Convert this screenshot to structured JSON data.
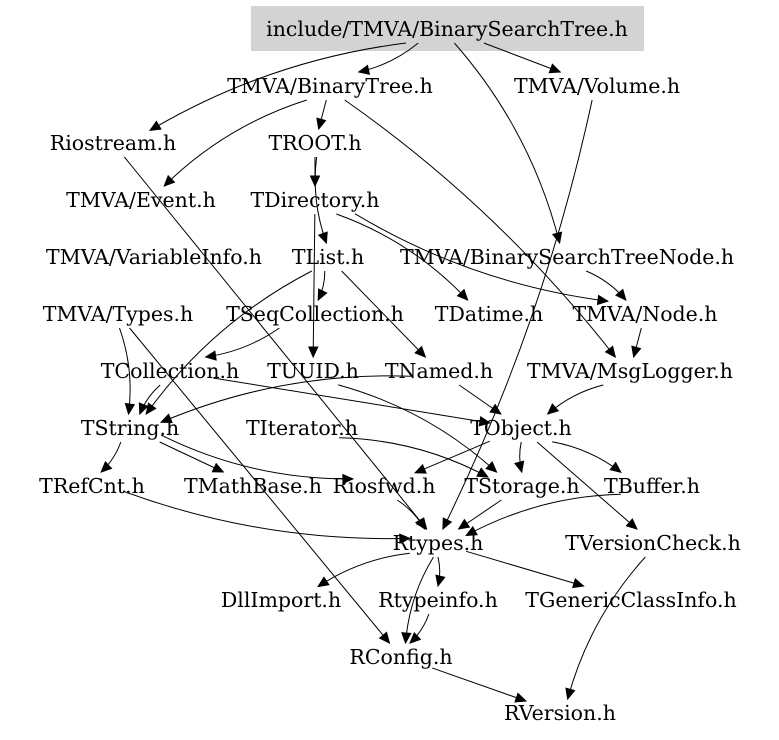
{
  "root": "include/TMVA/BinarySearchTree.h",
  "nodes": [
    {
      "id": "root",
      "label": "include/TMVA/BinarySearchTree.h"
    },
    {
      "id": "binarytree",
      "label": "TMVA/BinaryTree.h"
    },
    {
      "id": "volume",
      "label": "TMVA/Volume.h"
    },
    {
      "id": "riostream",
      "label": "Riostream.h"
    },
    {
      "id": "troot",
      "label": "TROOT.h"
    },
    {
      "id": "event",
      "label": "TMVA/Event.h"
    },
    {
      "id": "tdirectory",
      "label": "TDirectory.h"
    },
    {
      "id": "variableinfo",
      "label": "TMVA/VariableInfo.h"
    },
    {
      "id": "tlist",
      "label": "TList.h"
    },
    {
      "id": "bstnode",
      "label": "TMVA/BinarySearchTreeNode.h"
    },
    {
      "id": "types",
      "label": "TMVA/Types.h"
    },
    {
      "id": "tseqcollection",
      "label": "TSeqCollection.h"
    },
    {
      "id": "tdatime",
      "label": "TDatime.h"
    },
    {
      "id": "node",
      "label": "TMVA/Node.h"
    },
    {
      "id": "tcollection",
      "label": "TCollection.h"
    },
    {
      "id": "tuuid",
      "label": "TUUID.h"
    },
    {
      "id": "tnamed",
      "label": "TNamed.h"
    },
    {
      "id": "msglogger",
      "label": "TMVA/MsgLogger.h"
    },
    {
      "id": "tstring",
      "label": "TString.h"
    },
    {
      "id": "titerator",
      "label": "TIterator.h"
    },
    {
      "id": "tobject",
      "label": "TObject.h"
    },
    {
      "id": "trefcnt",
      "label": "TRefCnt.h"
    },
    {
      "id": "tmathbase",
      "label": "TMathBase.h"
    },
    {
      "id": "riosfwd",
      "label": "Riosfwd.h"
    },
    {
      "id": "tstorage",
      "label": "TStorage.h"
    },
    {
      "id": "tbuffer",
      "label": "TBuffer.h"
    },
    {
      "id": "rtypes",
      "label": "Rtypes.h"
    },
    {
      "id": "tversioncheck",
      "label": "TVersionCheck.h"
    },
    {
      "id": "dllimport",
      "label": "DllImport.h"
    },
    {
      "id": "rtypeinfo",
      "label": "Rtypeinfo.h"
    },
    {
      "id": "tgenericclassinfo",
      "label": "TGenericClassInfo.h"
    },
    {
      "id": "rconfig",
      "label": "RConfig.h"
    },
    {
      "id": "rversion",
      "label": "RVersion.h"
    }
  ],
  "edges": [
    [
      "root",
      "binarytree"
    ],
    [
      "root",
      "volume"
    ],
    [
      "root",
      "riostream"
    ],
    [
      "root",
      "bstnode"
    ],
    [
      "binarytree",
      "troot"
    ],
    [
      "binarytree",
      "event"
    ],
    [
      "binarytree",
      "msglogger"
    ],
    [
      "troot",
      "tdirectory"
    ],
    [
      "troot",
      "tlist"
    ],
    [
      "tdirectory",
      "tdatime"
    ],
    [
      "tdirectory",
      "tuuid"
    ],
    [
      "tdirectory",
      "node"
    ],
    [
      "tlist",
      "tseqcollection"
    ],
    [
      "tlist",
      "tnamed"
    ],
    [
      "tlist",
      "tstring"
    ],
    [
      "tseqcollection",
      "tcollection"
    ],
    [
      "tcollection",
      "tobject"
    ],
    [
      "tcollection",
      "tstring"
    ],
    [
      "tuuid",
      "tstorage"
    ],
    [
      "tnamed",
      "tobject"
    ],
    [
      "tnamed",
      "tstring"
    ],
    [
      "bstnode",
      "node"
    ],
    [
      "node",
      "msglogger"
    ],
    [
      "msglogger",
      "tobject"
    ],
    [
      "tstring",
      "trefcnt"
    ],
    [
      "tstring",
      "tmathbase"
    ],
    [
      "tstring",
      "riosfwd"
    ],
    [
      "titerator",
      "tstorage"
    ],
    [
      "tobject",
      "riosfwd"
    ],
    [
      "tobject",
      "tstorage"
    ],
    [
      "tobject",
      "tbuffer"
    ],
    [
      "tobject",
      "tversioncheck"
    ],
    [
      "trefcnt",
      "rtypes"
    ],
    [
      "riosfwd",
      "rtypes"
    ],
    [
      "tstorage",
      "rtypes"
    ],
    [
      "tbuffer",
      "rtypes"
    ],
    [
      "volume",
      "rtypes"
    ],
    [
      "riostream",
      "rtypes"
    ],
    [
      "rtypes",
      "dllimport"
    ],
    [
      "rtypes",
      "rtypeinfo"
    ],
    [
      "rtypes",
      "tgenericclassinfo"
    ],
    [
      "rtypes",
      "rconfig"
    ],
    [
      "rtypeinfo",
      "rconfig"
    ],
    [
      "rconfig",
      "rversion"
    ],
    [
      "tversioncheck",
      "rversion"
    ],
    [
      "types",
      "tstring"
    ],
    [
      "types",
      "rconfig"
    ]
  ]
}
